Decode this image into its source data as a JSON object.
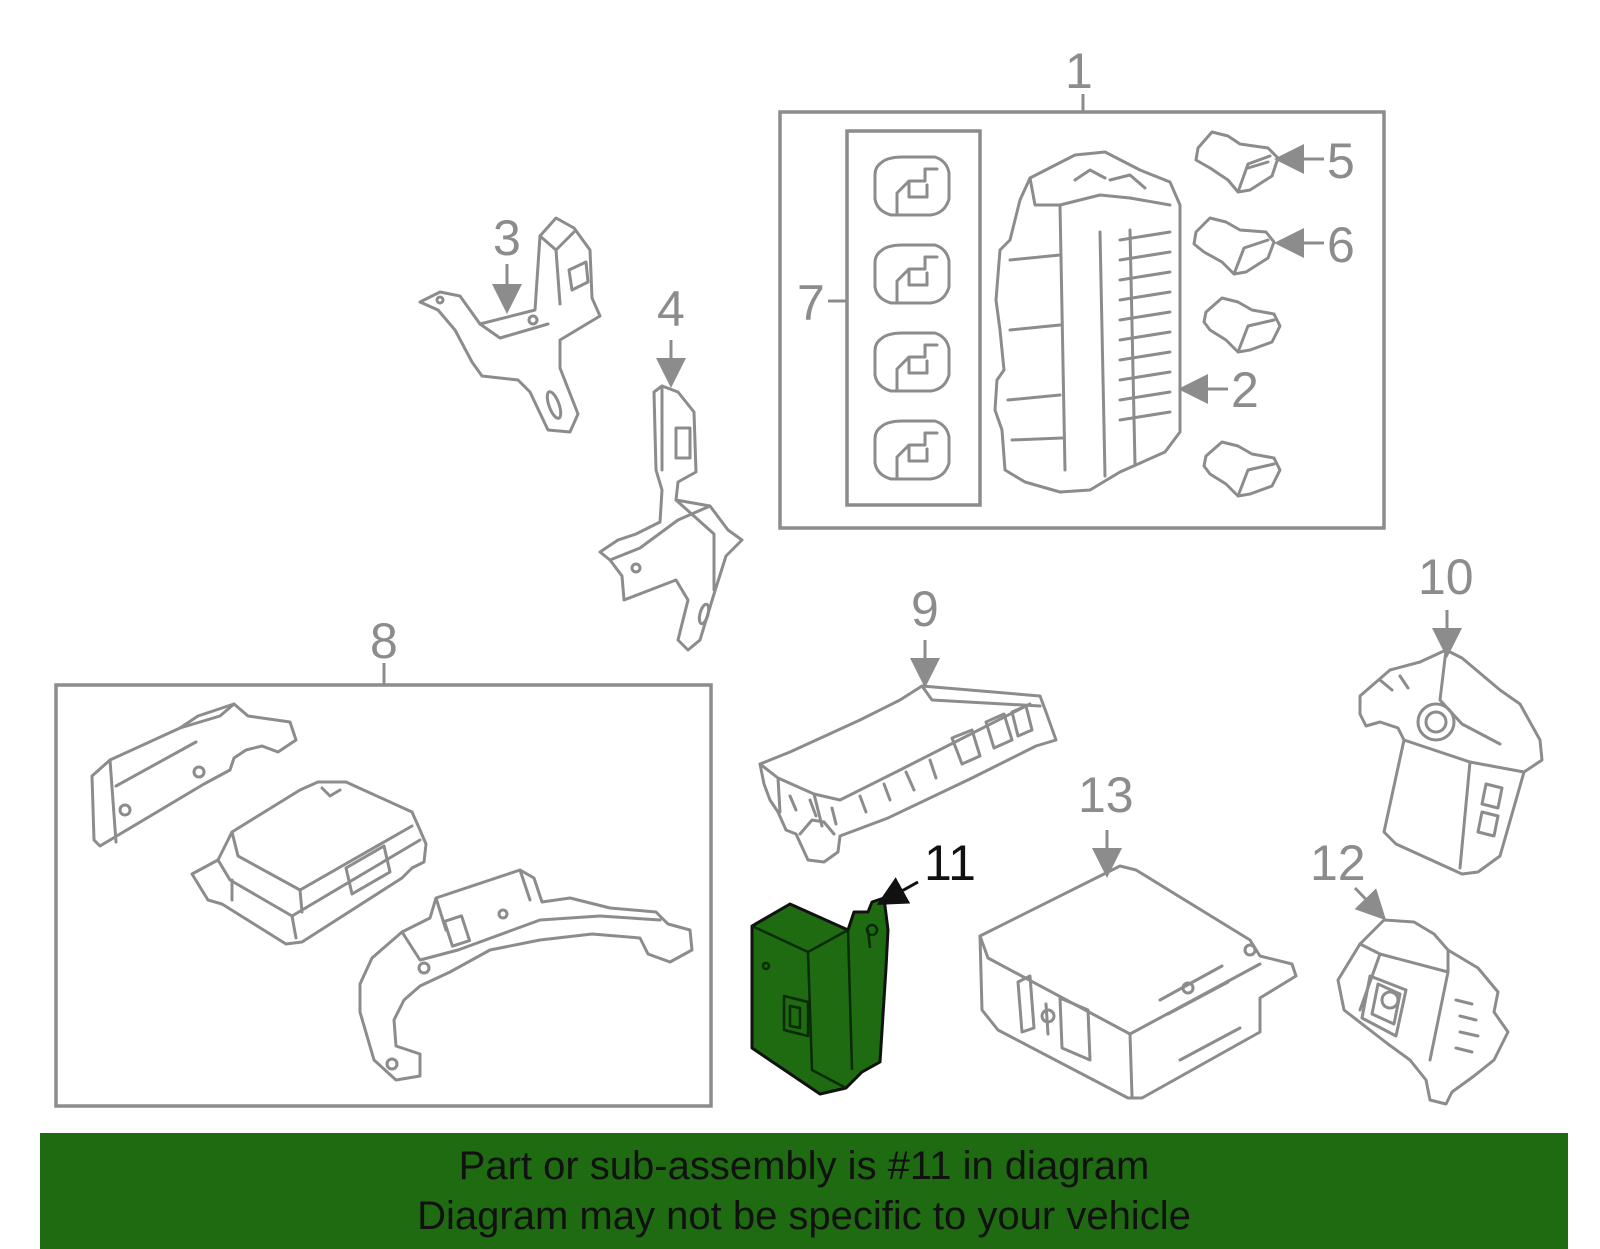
{
  "callouts": {
    "c1": "1",
    "c2": "2",
    "c3": "3",
    "c4": "4",
    "c5": "5",
    "c6": "6",
    "c7": "7",
    "c8": "8",
    "c9": "9",
    "c10": "10",
    "c11": "11",
    "c12": "12",
    "c13": "13"
  },
  "highlighted_part": "11",
  "colors": {
    "highlight": "#1f6b11",
    "line": "#8c8c8c",
    "text": "#111111"
  },
  "banner": {
    "line1": "Part or sub-assembly is #11 in diagram",
    "line2": "Diagram may not be specific to your vehicle"
  }
}
